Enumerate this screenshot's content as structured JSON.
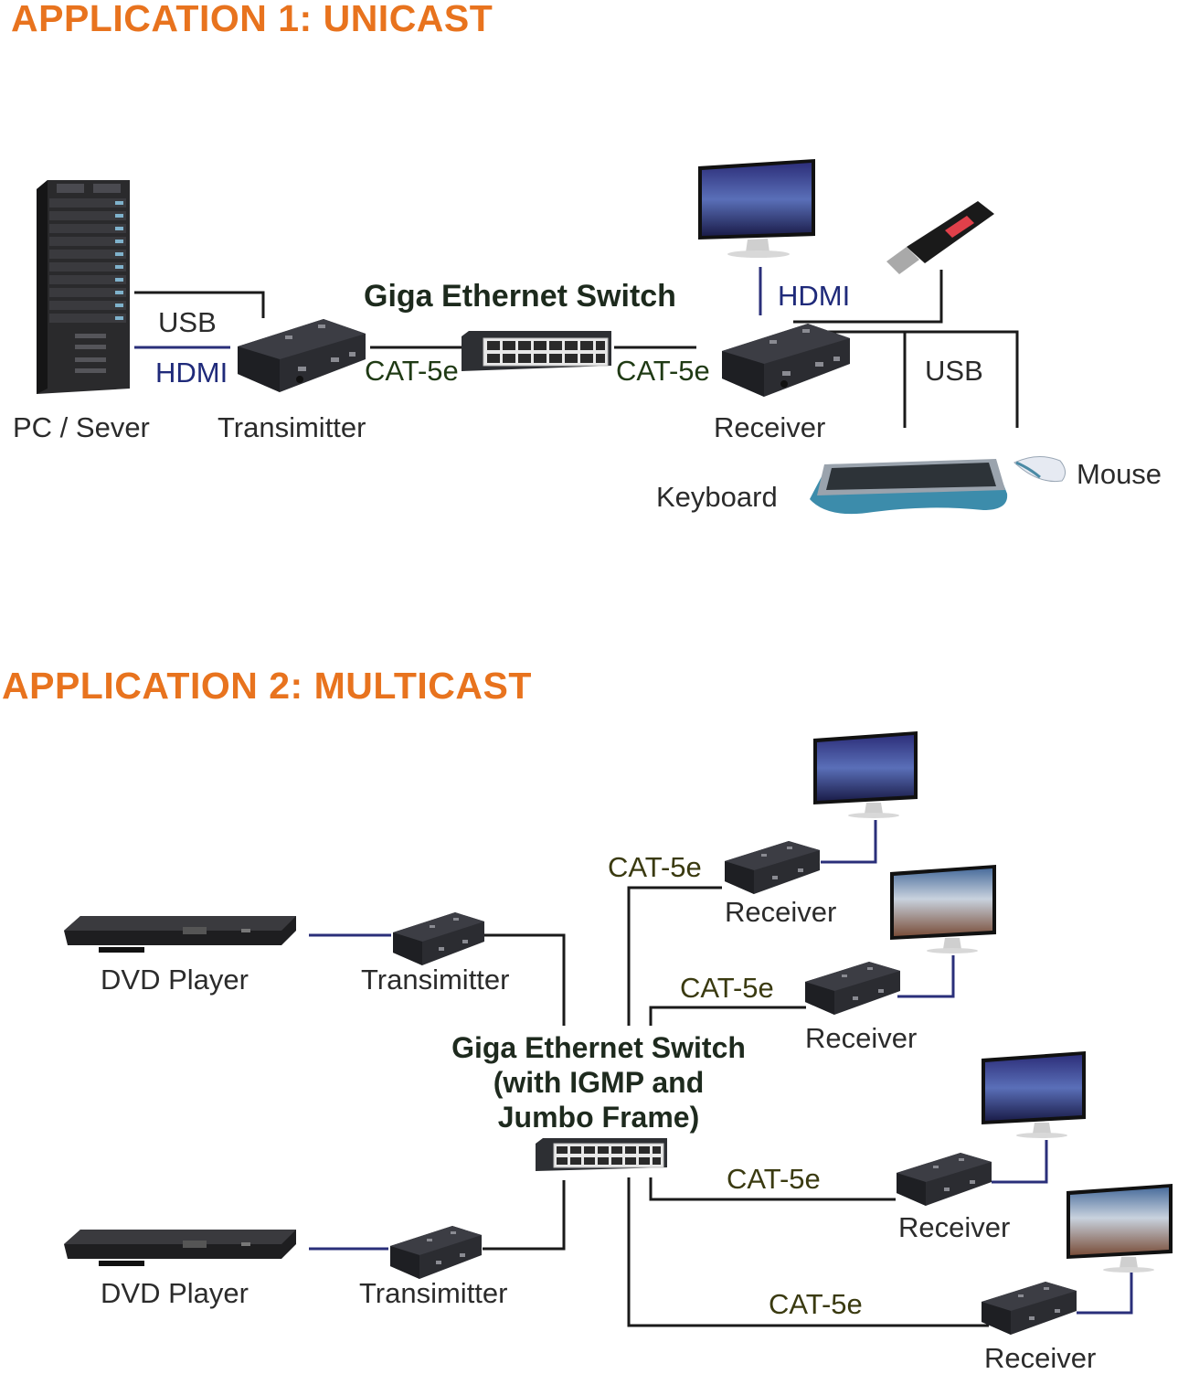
{
  "app1": {
    "heading": "APPLICATION 1: UNICAST",
    "devices": {
      "pc": "PC / Sever",
      "transmitter": "Transimitter",
      "switch": "Giga Ethernet Switch",
      "receiver": "Receiver",
      "keyboard": "Keyboard",
      "mouse": "Mouse"
    },
    "connections": {
      "usb_pc": "USB",
      "hdmi_pc": "HDMI",
      "cat_left": "CAT-5e",
      "cat_right": "CAT-5e",
      "hdmi_monitor": "HDMI",
      "usb_peripherals": "USB"
    }
  },
  "app2": {
    "heading": "APPLICATION 2: MULTICAST",
    "sources": [
      {
        "label": "DVD Player",
        "transmitter": "Transimitter"
      },
      {
        "label": "DVD Player",
        "transmitter": "Transimitter"
      }
    ],
    "switch": {
      "line1": "Giga Ethernet Switch",
      "line2": "(with IGMP and",
      "line3": "Jumbo Frame)"
    },
    "receivers": [
      {
        "label": "Receiver",
        "cable": "CAT-5e"
      },
      {
        "label": "Receiver",
        "cable": "CAT-5e"
      },
      {
        "label": "Receiver",
        "cable": "CAT-5e"
      },
      {
        "label": "Receiver",
        "cable": "CAT-5e"
      }
    ]
  },
  "colors": {
    "heading": "#e8731e",
    "hdmi_wire": "#2a2f7a",
    "cat_wire": "#1a1a1a",
    "hdmi_text": "#1f2a7a",
    "cat_text_app1": "#1f3a14",
    "cat_text_app2": "#3a3a10"
  }
}
